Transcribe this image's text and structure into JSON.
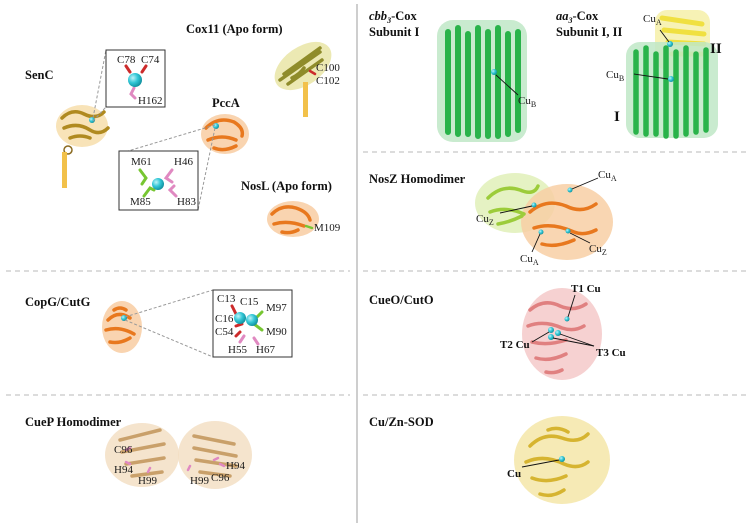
{
  "left_panels": {
    "top": {
      "senc": "SenC",
      "cox11": "Cox11 (Apo form)",
      "pcca": "PccA",
      "nosl": "NosL (Apo form)",
      "senc_residues": [
        "C78",
        "C74",
        "H162"
      ],
      "pcca_residues": [
        "M61",
        "H46",
        "M85",
        "H83"
      ],
      "cox11_residues": [
        "C100",
        "C102"
      ],
      "nosl_residue": "M109"
    },
    "middle": {
      "copg": "CopG/CutG",
      "residues": [
        "C13",
        "C15",
        "M97",
        "C16",
        "C54",
        "M90",
        "H55",
        "H67"
      ]
    },
    "bottom": {
      "cuep": "CueP Homodimer",
      "residues": [
        "C96",
        "H94",
        "H99",
        "H99",
        "C96",
        "H94"
      ]
    }
  },
  "right_panels": {
    "top": {
      "cbb3": {
        "italic": "cbb",
        "sub": "3",
        "rest": "-Cox",
        "line2": "Subunit I",
        "cu": "Cu",
        "cu_sub": "B"
      },
      "aa3": {
        "italic": "aa",
        "sub": "3",
        "rest": "-Cox",
        "line2": "Subunit I, II",
        "cua": "Cu",
        "cua_sub": "A",
        "cub": "Cu",
        "cub_sub": "B",
        "roman_i": "I",
        "roman_ii": "II"
      }
    },
    "nosz": {
      "title": "NosZ Homodimer",
      "cu": "Cu",
      "subs": [
        "A",
        "Z",
        "A",
        "Z"
      ]
    },
    "cueo": {
      "title": "CueO/CutO",
      "t1": "T1 Cu",
      "t2": "T2 Cu",
      "t3": "T3 Cu"
    },
    "sod": {
      "title": "Cu/Zn-SOD",
      "cu": "Cu"
    }
  },
  "colors": {
    "senc": "#d4aa40",
    "cox11": "#8f8c2a",
    "pcca": "#e8781e",
    "nosl": "#e8781e",
    "copg": "#e8781e",
    "cuep": "#c9a06a",
    "cbb3": "#29b34a",
    "aa3_yellow": "#f0e040",
    "nosz_green": "#9ccc3a",
    "nosz_orange": "#e8781e",
    "cueo": "#e08080",
    "sod": "#d6b430",
    "copper": "#33c7d6",
    "cys": "#cc2b2b",
    "his": "#e089c1",
    "met": "#77c632"
  }
}
